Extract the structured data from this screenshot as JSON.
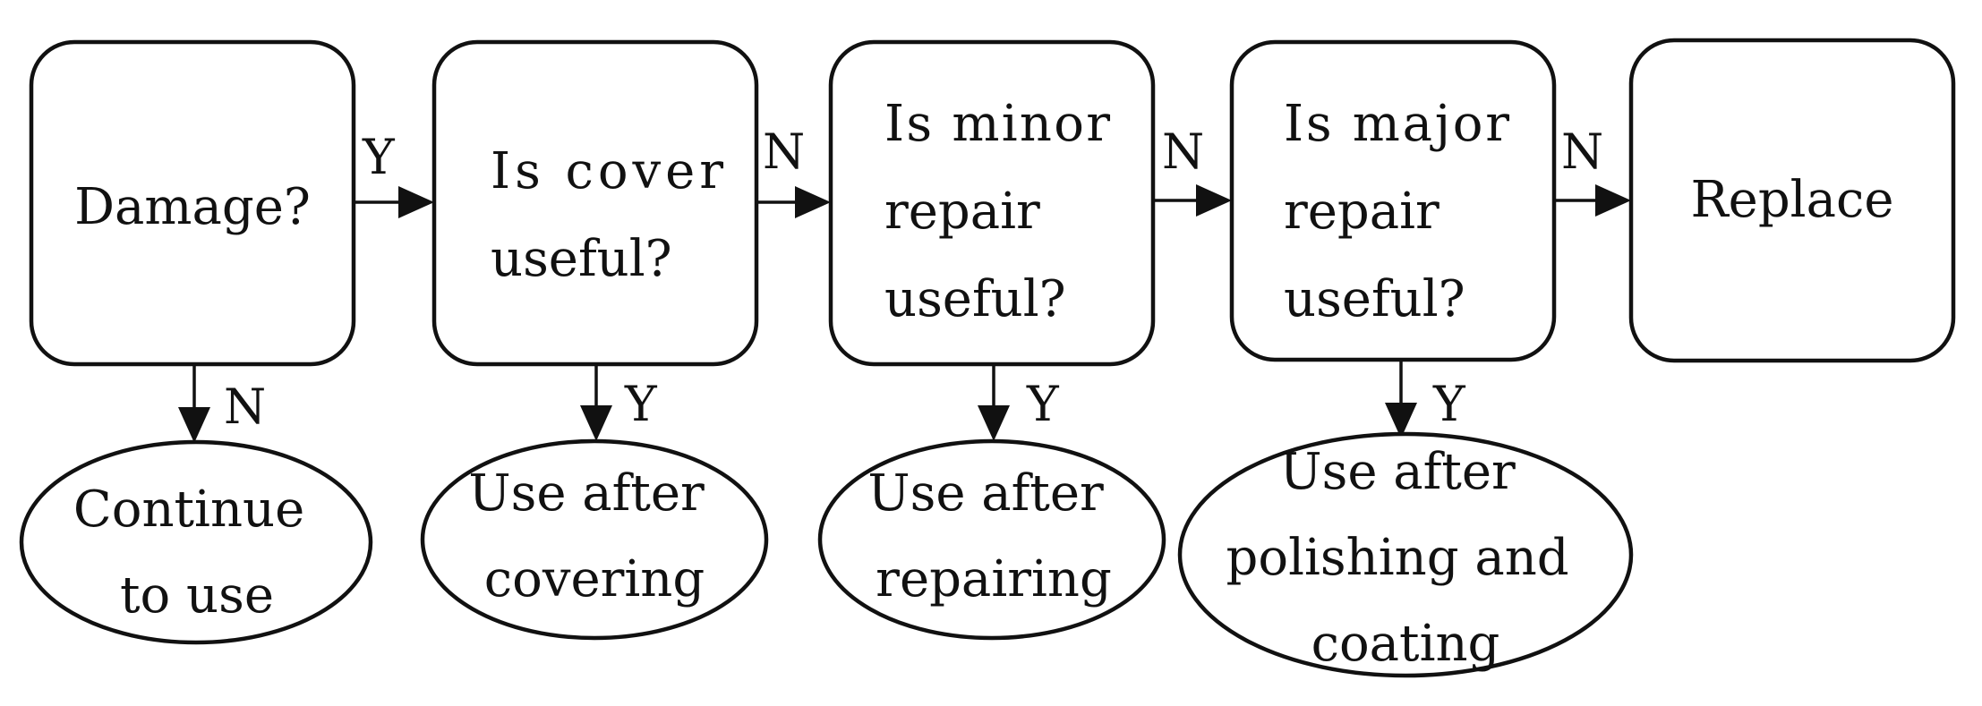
{
  "flowchart": {
    "decisions": [
      {
        "id": "damage",
        "lines": [
          "Damage?"
        ]
      },
      {
        "id": "cover",
        "lines": [
          "Is cover",
          "useful?"
        ]
      },
      {
        "id": "minor",
        "lines": [
          "Is minor",
          "repair",
          "useful?"
        ]
      },
      {
        "id": "major",
        "lines": [
          "Is major",
          "repair",
          "useful?"
        ]
      },
      {
        "id": "replace",
        "lines": [
          "Replace"
        ]
      }
    ],
    "outcomes": [
      {
        "id": "continue",
        "lines": [
          "Continue",
          "to use"
        ]
      },
      {
        "id": "covering",
        "lines": [
          "Use after",
          "covering"
        ]
      },
      {
        "id": "repairing",
        "lines": [
          "Use after",
          "repairing"
        ]
      },
      {
        "id": "polishing",
        "lines": [
          "Use after",
          "polishing and",
          "coating"
        ]
      }
    ],
    "edge_labels": {
      "damage_to_cover": "Y",
      "cover_to_minor": "N",
      "minor_to_major": "N",
      "major_to_replace": "N",
      "damage_to_continue": "N",
      "cover_to_covering": "Y",
      "minor_to_repairing": "Y",
      "major_to_polishing": "Y"
    },
    "colors": {
      "stroke": "#111111",
      "background": "#ffffff"
    }
  }
}
